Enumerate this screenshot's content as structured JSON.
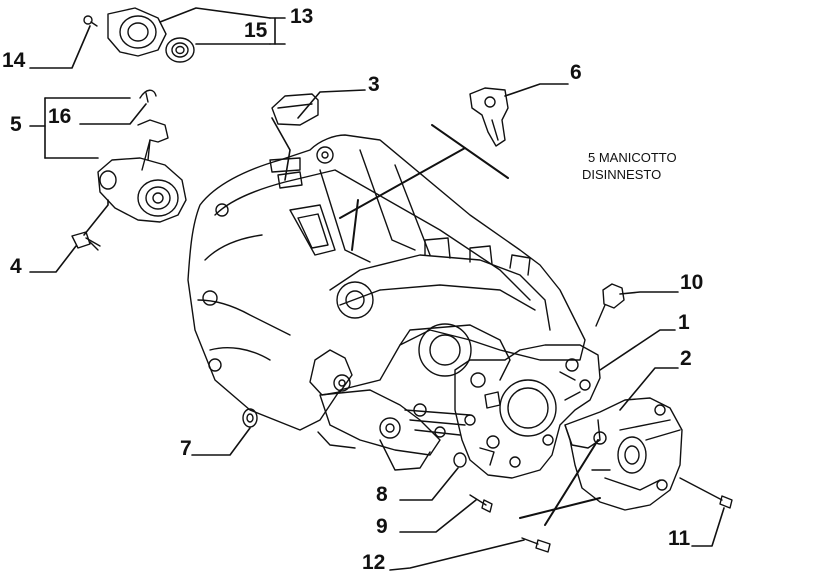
{
  "colors": {
    "ink": "#111111",
    "background": "#ffffff"
  },
  "callouts": {
    "c1": "1",
    "c2": "2",
    "c3": "3",
    "c4": "4",
    "c5": "5",
    "c6": "6",
    "c7": "7",
    "c8": "8",
    "c9": "9",
    "c10": "10",
    "c11": "11",
    "c12": "12",
    "c13": "13",
    "c14": "14",
    "c15": "15",
    "c16": "16"
  },
  "note": {
    "line1": "5 MANICOTTO",
    "line2": "DISINNESTO"
  }
}
